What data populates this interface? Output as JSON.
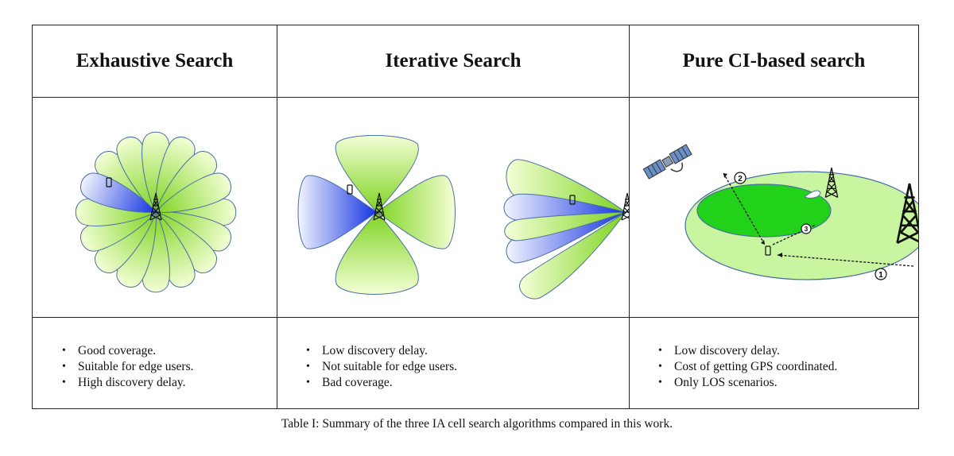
{
  "table": {
    "columns": [
      {
        "title": "Exhaustive Search",
        "points": [
          "Good coverage.",
          "Suitable for edge users.",
          "High discovery delay."
        ]
      },
      {
        "title": "Iterative Search",
        "points": [
          "Low discovery delay.",
          "Not suitable for edge users.",
          "Bad coverage."
        ]
      },
      {
        "title": "Pure CI-based search",
        "points": [
          "Low discovery delay.",
          "Cost of getting GPS coordinated.",
          "Only LOS scenarios."
        ]
      }
    ],
    "step_markers": [
      "1",
      "2",
      "3"
    ]
  },
  "caption": "Table I: Summary of the three IA cell search algorithms compared in this work.",
  "colors": {
    "beam_green": "#7ED321",
    "beam_light": "#f4ffd6",
    "beam_blue": "#1433e0",
    "outline": "#4a6fa5",
    "cell_light": "#c9f5a0",
    "cell_dark": "#22d11a"
  }
}
